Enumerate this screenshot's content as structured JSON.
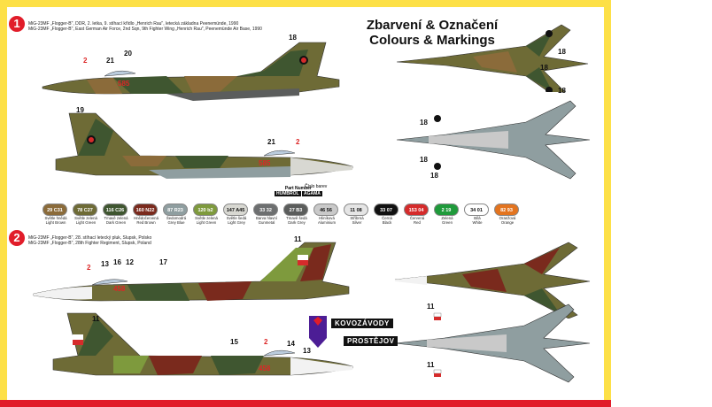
{
  "header": {
    "title_cz": "Zbarvení & Označení",
    "title_en": "Colours & Markings"
  },
  "scheme1": {
    "number": "1",
    "caption_cz": "MiG-23MF „Flogger-B\", DDR, 2. letka, 9. stíhací křídlo „Henrich Rau\", letecká základna Peenemünde, 1990",
    "caption_en": "MiG-23MF „Flogger-B\", East German Air Force, 2nd Sqn, 9th Fighter Wing „Henrich Rau\", Peenemünde Air Base, 1990",
    "code": "585",
    "callouts": [
      "2",
      "21",
      "20",
      "18",
      "19",
      "21",
      "2"
    ],
    "top_callouts": [
      "18",
      "18",
      "18"
    ],
    "bottom_callouts": [
      "18",
      "18",
      "18"
    ]
  },
  "scheme2": {
    "number": "2",
    "caption_cz": "MiG-23MF „Flogger-B\", 28. stíhací letecký pluk, Slupsk, Polsko",
    "caption_en": "MiG-23MF „Flogger-B\", 28th Fighter Regiment, Slupsk, Poland",
    "code": "458",
    "callouts": [
      "11",
      "2",
      "13",
      "16",
      "12",
      "17",
      "11",
      "15",
      "2",
      "14",
      "13"
    ],
    "bottom_callouts": [
      "11",
      "11"
    ]
  },
  "paint_header": {
    "part_label": "Part Number",
    "brand1": "HUMBROL",
    "brand2": "AGAMA",
    "note": "Číslo barev"
  },
  "paints": [
    {
      "h": "29",
      "a": "C31",
      "cz": "Světle hnědá",
      "en": "Light Brown",
      "color": "#8b6b3a"
    },
    {
      "h": "78",
      "a": "C27",
      "cz": "Světle zelená",
      "en": "Light Green",
      "color": "#6e6b36"
    },
    {
      "h": "116",
      "a": "C26",
      "cz": "Tmavě zelená",
      "en": "Dark Green",
      "color": "#3f5630"
    },
    {
      "h": "160",
      "a": "N22",
      "cz": "Hnědočervená",
      "en": "Red Brown",
      "color": "#7a2a1d"
    },
    {
      "h": "87",
      "a": "R23",
      "cz": "Šedomodrá",
      "en": "Grey Blue",
      "color": "#8f9ea0"
    },
    {
      "h": "120",
      "a": "b2",
      "cz": "Světle zelená",
      "en": "Light Green",
      "color": "#7e9a3d"
    },
    {
      "h": "147",
      "a": "A45",
      "cz": "Světle šedá",
      "en": "Light Grey",
      "color": "#d8d8d2"
    },
    {
      "h": "33",
      "a": "32",
      "cz": "Barva hlavní",
      "en": "Gunmetal",
      "color": "#6d6f70"
    },
    {
      "h": "27",
      "a": "B3",
      "cz": "Tmavě šedá",
      "en": "Dark Grey",
      "color": "#5b5d5c"
    },
    {
      "h": "46",
      "a": "56",
      "cz": "Hliníková",
      "en": "Aluminium",
      "color": "#c9c9c9"
    },
    {
      "h": "11",
      "a": "08",
      "cz": "Stříbrná",
      "en": "Silver",
      "color": "#e5e5e5"
    },
    {
      "h": "33",
      "a": "07",
      "cz": "Černá",
      "en": "Black",
      "color": "#111111"
    },
    {
      "h": "153",
      "a": "04",
      "cz": "Červená",
      "en": "Red",
      "color": "#d52b2b"
    },
    {
      "h": "2",
      "a": "19",
      "cz": "Zelená",
      "en": "Green",
      "color": "#1f9a3b"
    },
    {
      "h": "34",
      "a": "01",
      "cz": "Bílá",
      "en": "White",
      "color": "#ffffff"
    },
    {
      "h": "82",
      "a": "93",
      "cz": "Oranžová",
      "en": "Orange",
      "color": "#e3741f"
    }
  ],
  "logo": {
    "line1": "KOVOZÁVODY",
    "line2": "PROSTĚJOV"
  },
  "colors": {
    "frame": "#fde047",
    "accent_red": "#e11d2a"
  }
}
